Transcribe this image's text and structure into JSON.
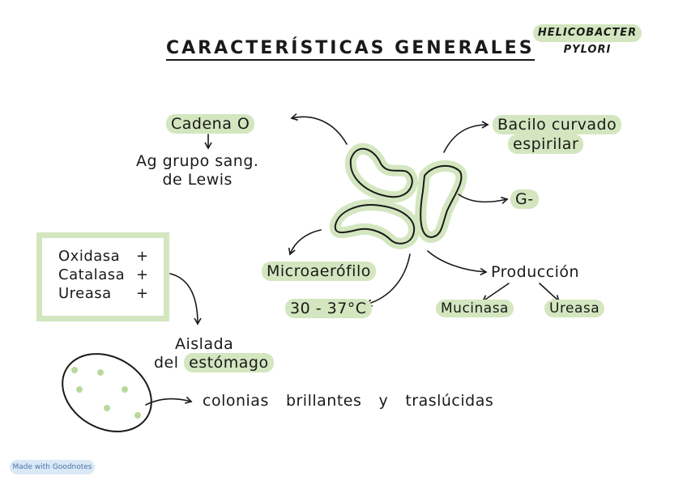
{
  "title": "CARACTERÍSTICAS GENERALES",
  "bacterium": {
    "line1": "HELICOBACTER",
    "line2": "PYLORI"
  },
  "left": {
    "cadena": "Cadena O",
    "antigen_line1": "Ag grupo sang.",
    "antigen_line2": "de Lewis"
  },
  "tests": [
    {
      "name": "Oxidasa",
      "sign": "+"
    },
    {
      "name": "Catalasa",
      "sign": "+"
    },
    {
      "name": "Ureasa",
      "sign": "+"
    }
  ],
  "isolation": {
    "line1": "Aislada",
    "line2_prefix": "del",
    "line2_highlight": "estómago"
  },
  "colonies": {
    "c1": "colonias",
    "c2": "brillantes",
    "c3": "y",
    "c4": "traslúcidas"
  },
  "right": {
    "shape_line1": "Bacilo curvado",
    "shape_line2": "espirilar",
    "gram": "G-",
    "production": "Producción",
    "enzyme1": "Mucinasa",
    "enzyme2": "Ureasa"
  },
  "center": {
    "oxygen": "Microaerófilo",
    "temperature": "30 - 37°C"
  },
  "badge": "Made with Goodnotes",
  "colors": {
    "highlight": "#d3e6bf",
    "ink": "#1a1a1a",
    "colony": "#b9d99c"
  }
}
